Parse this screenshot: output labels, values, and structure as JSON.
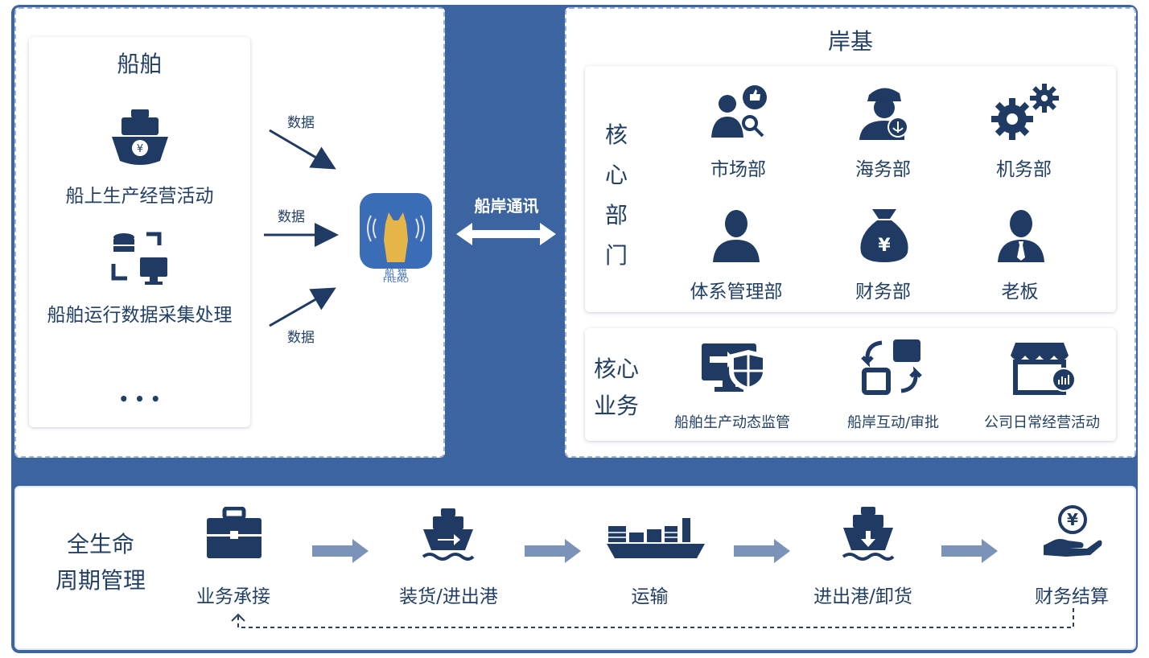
{
  "ship": {
    "title": "船舶",
    "items": [
      "船上生产经营活动",
      "船舶运行数据采集处理"
    ],
    "ellipsis": "• • •",
    "arrow_label": "数据",
    "logo_text": "船 猫",
    "logo_sub": "FREMO"
  },
  "link": {
    "label": "船岸通讯"
  },
  "shore": {
    "title": "岸基",
    "core_dept_label": [
      "核",
      "心",
      "部",
      "门"
    ],
    "departments": [
      "市场部",
      "海务部",
      "机务部",
      "体系管理部",
      "财务部",
      "老板"
    ],
    "core_biz_label": [
      "核心",
      "业务"
    ],
    "business": [
      "船舶生产动态监管",
      "船岸互动/审批",
      "公司日常经营活动"
    ]
  },
  "lifecycle": {
    "label": [
      "全生命",
      "周期管理"
    ],
    "steps": [
      "业务承接",
      "装货/进出港",
      "运输",
      "进出港/卸货",
      "财务结算"
    ]
  },
  "colors": {
    "background": "#3b64a0",
    "icon": "#1f3a63",
    "arrow": "#7b93b8"
  }
}
